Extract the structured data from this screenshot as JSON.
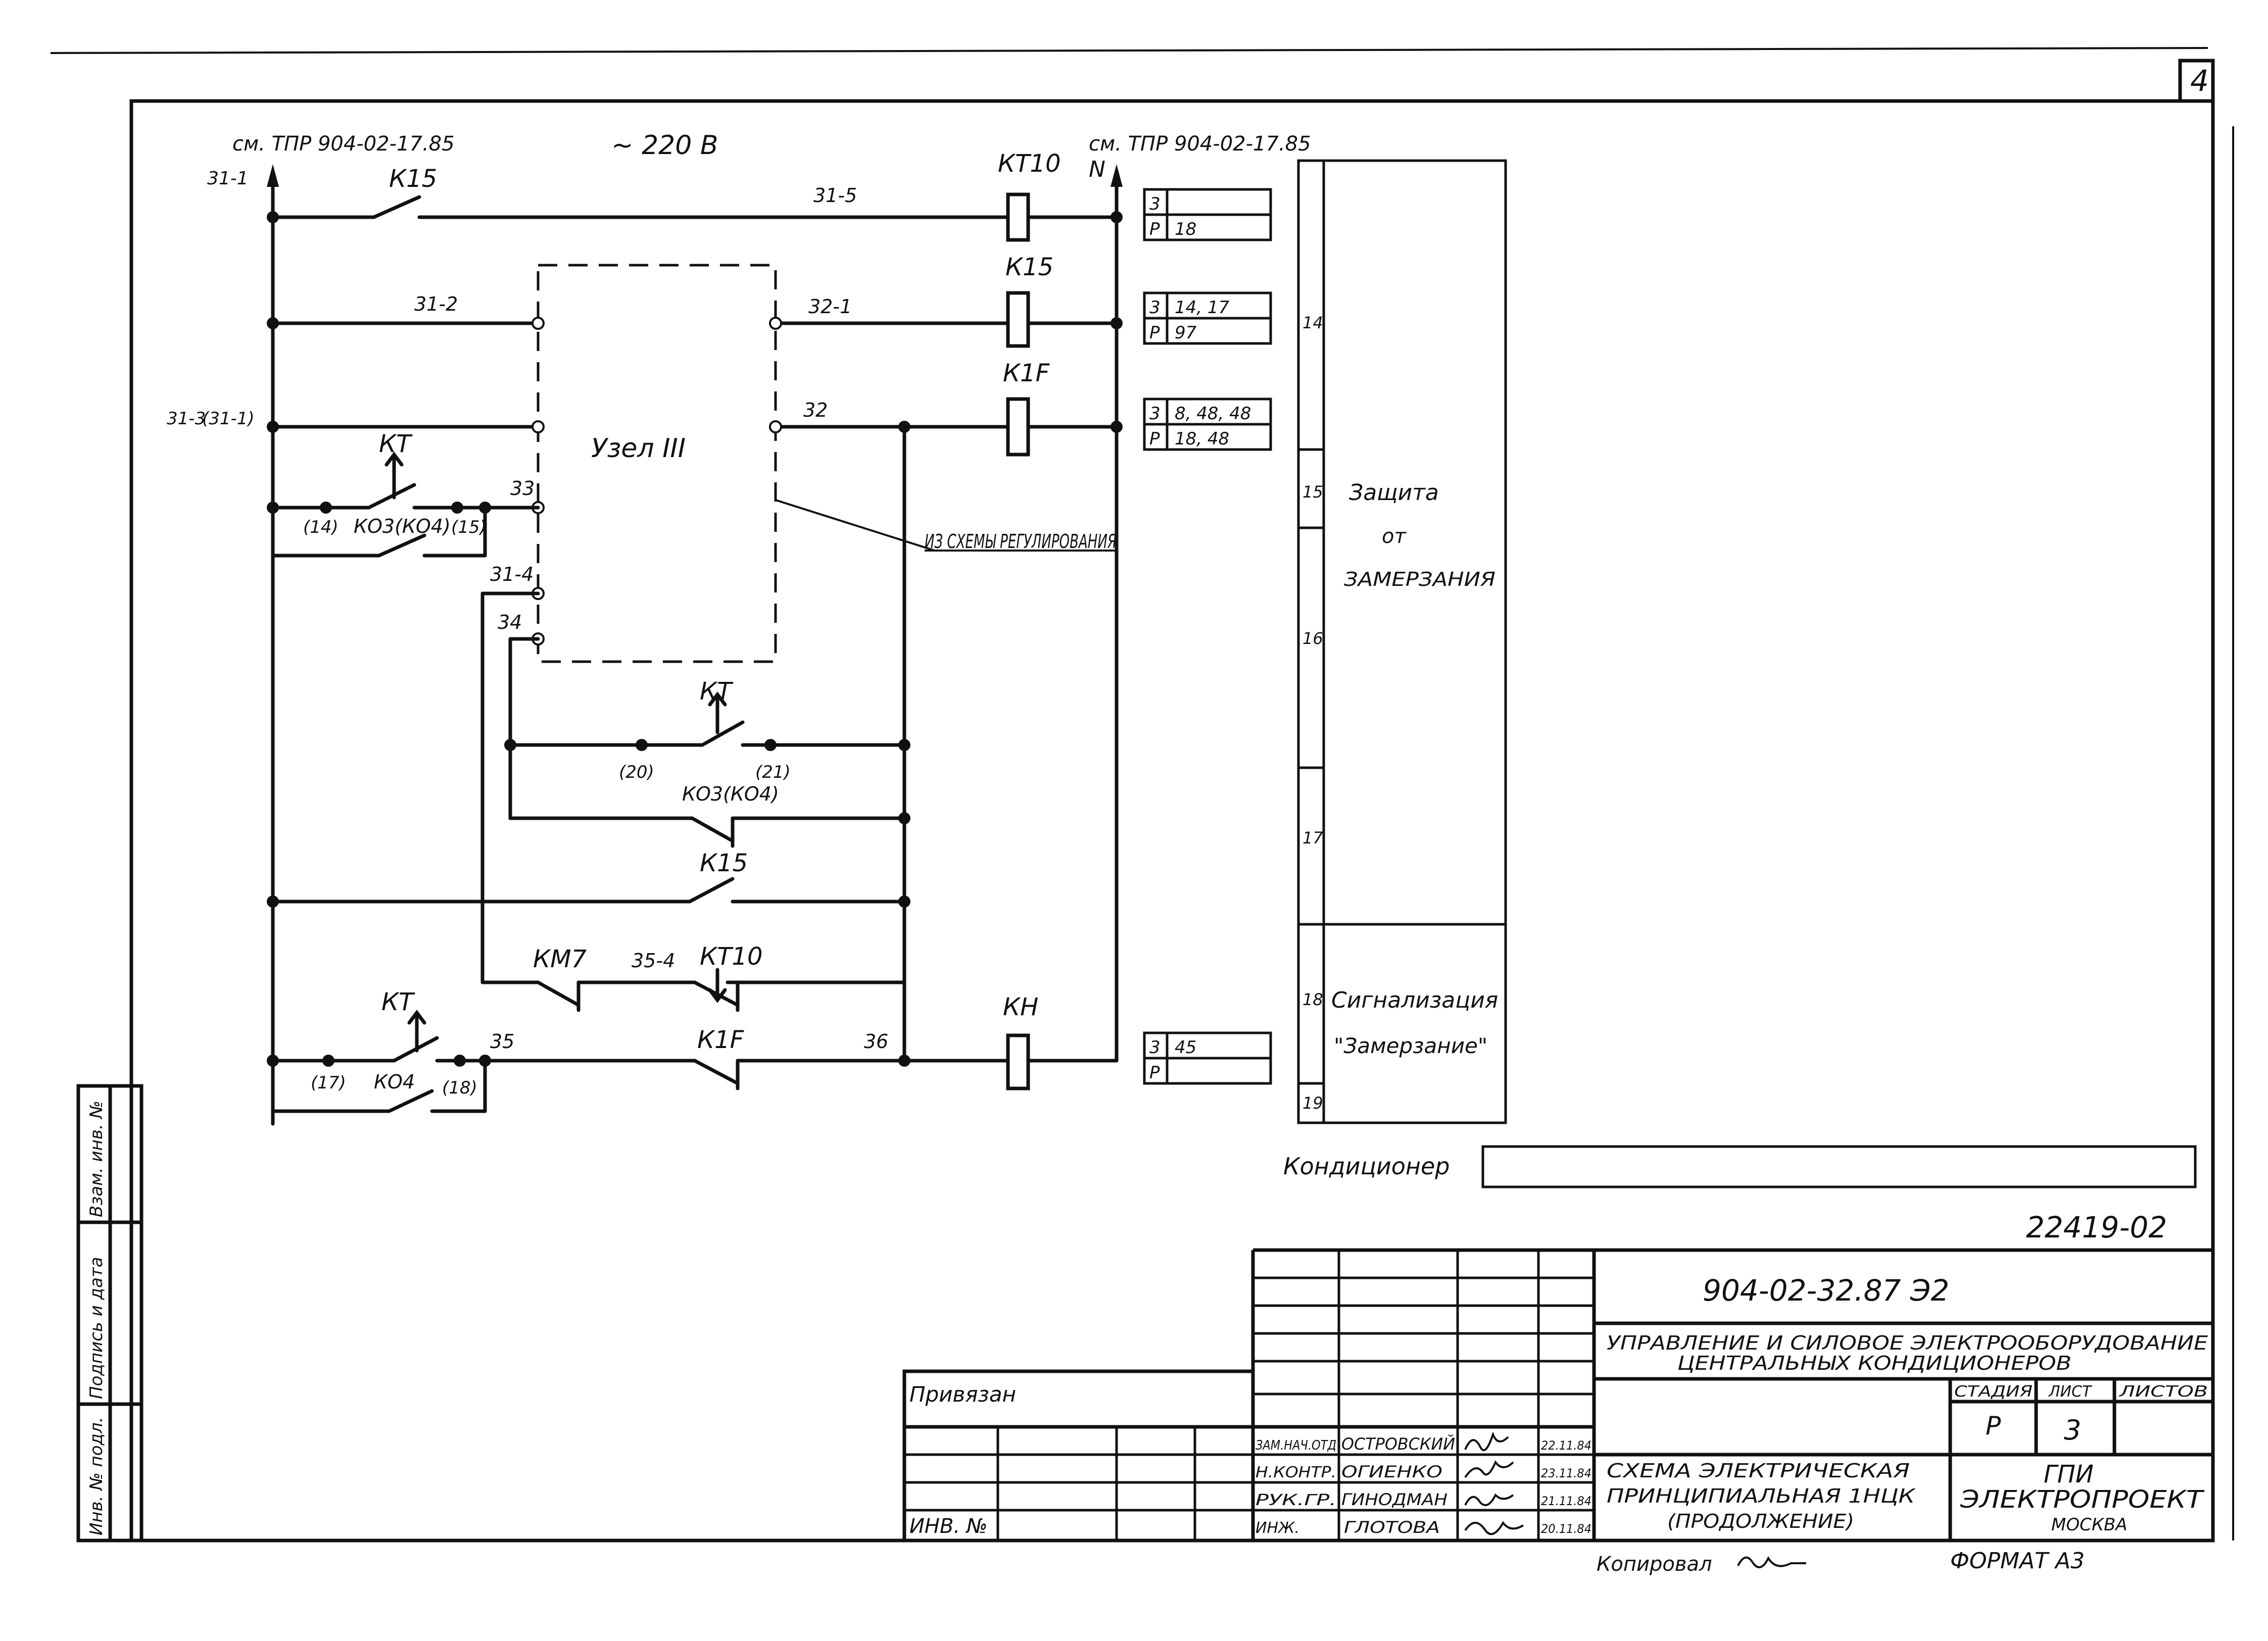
{
  "sheet_number": "4",
  "header": {
    "ref_left": "см. ТПР 904-02-17.85",
    "ref_right": "см. ТПР 904-02-17.85",
    "voltage": "~ 220 В",
    "phase_label": "31-1",
    "neutral_label": "N"
  },
  "wires": {
    "w31_5": "31-5",
    "w31_2": "31-2",
    "w32_1": "32-1",
    "w31_3": "31-3",
    "w31_1b": "(31-1)",
    "w32": "32",
    "w33": "33",
    "w31_4": "31-4",
    "w34": "34",
    "w35_4": "35-4",
    "w35": "35",
    "w36": "36"
  },
  "components": {
    "k15_top": "К15",
    "kt10_coil": "КТ10",
    "k15_coil": "К15",
    "k1f_coil": "К1F",
    "kt_1": "КТ",
    "ko3_1": "КО3(КО4)",
    "n14": "(14)",
    "n15": "(15)",
    "kt_2": "КТ",
    "n20": "(20)",
    "n21": "(21)",
    "ko3_2": "КО3(КО4)",
    "k15_mid": "К15",
    "km7": "КМ7",
    "kt10_contact": "КТ10",
    "kt_3": "КТ",
    "ko4": "КО4",
    "n17": "(17)",
    "n18": "(18)",
    "k1f_contact": "К1F",
    "kh_coil": "КН"
  },
  "node": {
    "label": "Узел III",
    "note": "Из схемы регулирования"
  },
  "ref_tables": [
    {
      "z": "3",
      "z_val": "",
      "p": "Р",
      "p_val": "18"
    },
    {
      "z": "3",
      "z_val": "14, 17",
      "p": "Р",
      "p_val": "97"
    },
    {
      "z": "3",
      "z_val": "8, 48, 48",
      "p": "Р",
      "p_val": "18, 48"
    },
    {
      "z": "3",
      "z_val": "45",
      "p": "Р",
      "p_val": ""
    }
  ],
  "function_column": {
    "rows": [
      "14",
      "15",
      "16",
      "17",
      "18",
      "19"
    ],
    "zashchita_1": "Защита",
    "zashchita_2": "от",
    "zashchita_3": "замерзания",
    "signal_1": "Сигнализация",
    "signal_2": "\"Замерзание\""
  },
  "conditioner_label": "Кондиционер",
  "inventory_number": "22419-02",
  "left_strip": {
    "inv_podl": "Инв. № подл.",
    "podpis": "Подпись и дата",
    "vzam": "Взам. инв. №"
  },
  "title_block": {
    "doc_code": "904-02-32.87  Э2",
    "project_1": "Управление и силовое электрооборудование",
    "project_2": "центральных кондиционеров",
    "sheet_title_1": "Схема электрическая",
    "sheet_title_2": "принципиальная 1НЦК",
    "sheet_title_3": "(продолжение)",
    "stage_h": "Стадия",
    "sheet_h": "Лист",
    "sheets_h": "Листов",
    "stage": "Р",
    "sheet": "3",
    "sheets": "",
    "org_1": "ГПИ",
    "org_2": "Электропроект",
    "org_3": "Москва",
    "privyazan": "Привязан",
    "inv_no": "Инв. №",
    "signatures": [
      {
        "role": "Зам.нач.отд",
        "name": "Островский",
        "date": "22.11.84"
      },
      {
        "role": "Н.контр.",
        "name": "Огиенко",
        "date": "23.11.84"
      },
      {
        "role": "Рук.гр.",
        "name": "Гинодман",
        "date": "21.11.84"
      },
      {
        "role": "Инж.",
        "name": "Глотова",
        "date": "20.11.84"
      }
    ],
    "copied": "Копировал",
    "format": "Формат А3"
  }
}
